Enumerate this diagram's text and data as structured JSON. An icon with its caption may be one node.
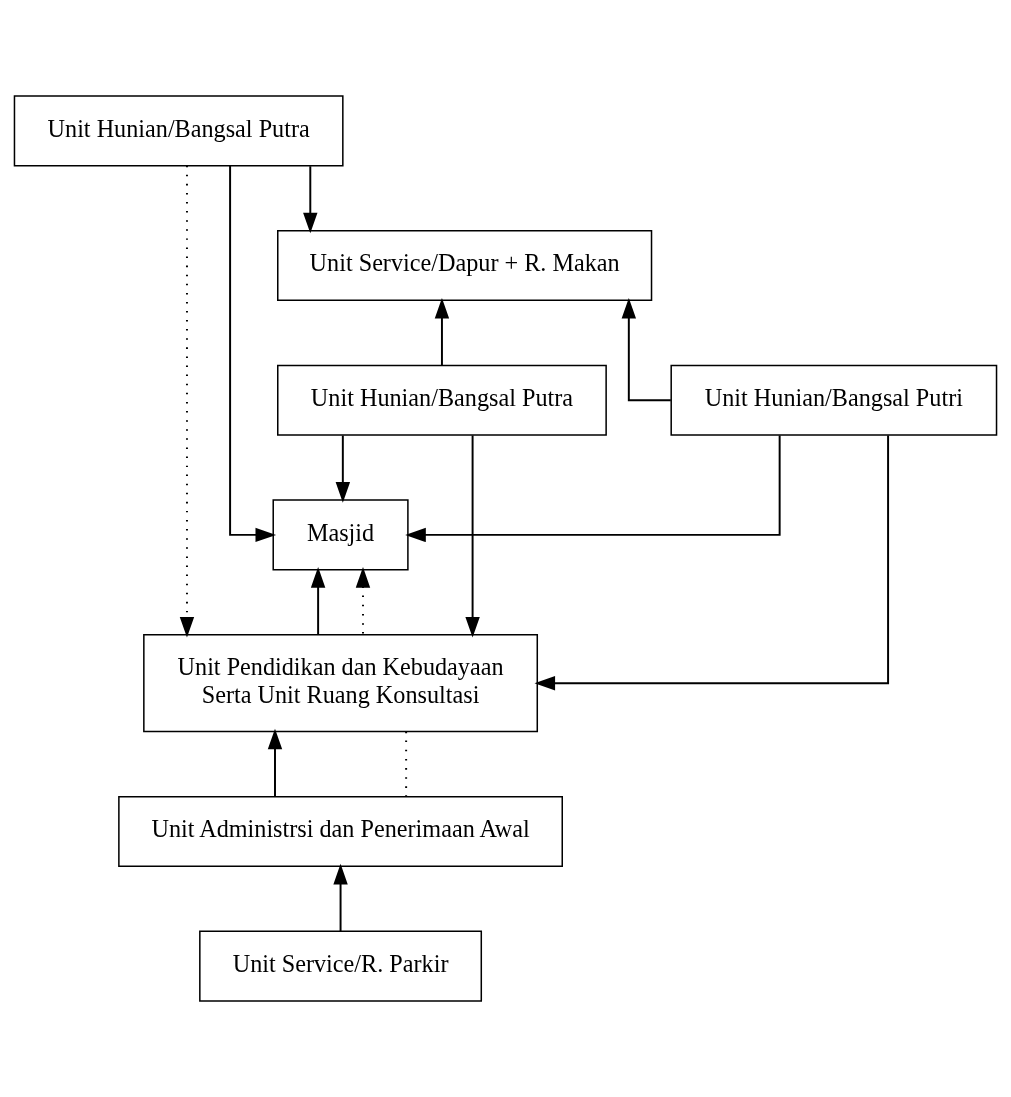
{
  "diagram": {
    "nodes": [
      {
        "text": [
          "Unit Hunian/Bangsal Putra"
        ]
      },
      {
        "text": [
          "Unit Service/Dapur + R. Makan"
        ]
      },
      {
        "text": [
          "Unit Hunian/Bangsal Putra"
        ]
      },
      {
        "text": [
          "Unit Hunian/Bangsal Putri"
        ]
      },
      {
        "text": [
          "Masjid"
        ]
      },
      {
        "text": [
          "Unit Pendidikan dan Kebudayaan Serta Unit Ruang Konsultasi"
        ]
      },
      {
        "text": [
          "Unit Administrsi dan Penerimaan Awal"
        ]
      },
      {
        "text": [
          "Unit Service/R. Parkir"
        ]
      }
    ],
    "edges": [
      {
        "from": 0,
        "to": 1,
        "arrow": "to"
      },
      {
        "from": 2,
        "to": 1,
        "arrow": "to"
      },
      {
        "from": 3,
        "to": 1,
        "arrow": "to"
      },
      {
        "from": 0,
        "to": 4,
        "arrow": "to"
      },
      {
        "from": 2,
        "to": 4,
        "arrow": "to"
      },
      {
        "from": 3,
        "to": 4,
        "arrow": "to"
      },
      {
        "from": 5,
        "to": 4,
        "arrow": "to"
      },
      {
        "from": 5,
        "to": 4,
        "arrow": "to",
        "style": "dashed"
      },
      {
        "from": 2,
        "to": 5,
        "arrow": "to"
      },
      {
        "from": 0,
        "to": 5,
        "arrow": "to",
        "style": "dashed"
      },
      {
        "from": 3,
        "to": 5,
        "arrow": "to"
      },
      {
        "from": 6,
        "to": 5,
        "arrow": "to"
      },
      {
        "from": 6,
        "to": 5,
        "arrow": "none",
        "style": "dashed"
      },
      {
        "from": 7,
        "to": 6,
        "arrow": "to"
      }
    ]
  }
}
